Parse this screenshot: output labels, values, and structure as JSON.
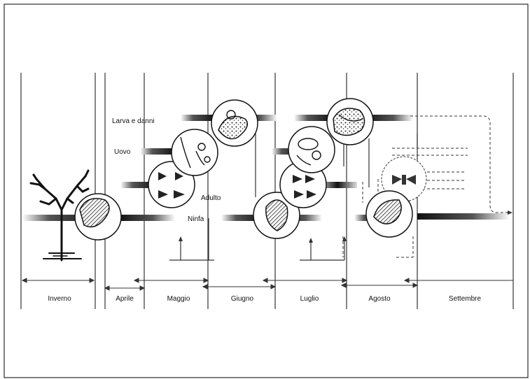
{
  "stages": {
    "larva": "Larva e danni",
    "egg": "Uovo",
    "adult": "Adulto",
    "pupa": "Ninfa"
  },
  "months": [
    "Inverno",
    "Aprile",
    "Maggio",
    "Giugno",
    "Luglio",
    "Agosto",
    "Settembre"
  ],
  "icons": {
    "tree": "bare-vine-tree-icon",
    "moth": "moth-icon",
    "larva": "larva-icon",
    "egg": "egg-cluster-icon",
    "pupa": "pupa-icon"
  }
}
